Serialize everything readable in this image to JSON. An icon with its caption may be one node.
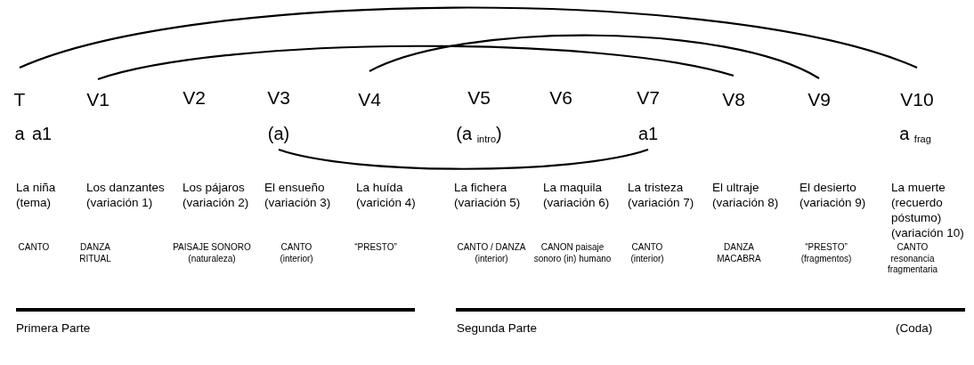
{
  "diagram": {
    "nodes": [
      {
        "text": [
          "T"
        ]
      },
      {
        "text": [
          "V1"
        ]
      },
      {
        "text": [
          "V4"
        ]
      },
      {
        "text": [
          "V8"
        ]
      },
      {
        "text": [
          "V9"
        ]
      },
      {
        "text": [
          "V10"
        ]
      },
      {
        "text": [
          "(a)"
        ]
      },
      {
        "text": [
          "a1"
        ]
      }
    ],
    "edges": [
      {
        "from": 0,
        "to": 5,
        "arrow": "none"
      },
      {
        "from": 1,
        "to": 3,
        "arrow": "none"
      },
      {
        "from": 2,
        "to": 4,
        "arrow": "none"
      },
      {
        "from": 6,
        "to": 7,
        "arrow": "none"
      }
    ],
    "labels": [
      "V2",
      "V3",
      "V5",
      "V6",
      "V7",
      "a",
      "a1",
      "(a $_{intro}$)",
      "a $_{frag}$",
      "La niña (tema)",
      "Los danzantes (variación 1)",
      "Los pájaros (variación 2)",
      "El ensueño (variación 3)",
      "La huída (varición 4)",
      "La fichera (variación 5)",
      "La maquila (variación 6)",
      "La tristeza (variación 7)",
      "El ultraje (variación 8)",
      "El desierto (variación 9)",
      "La muerte (recuerdo póstumo) (variación 10)",
      "CANTO",
      "DANZA RITUAL",
      "PAISAJE SONORO (naturaleza)",
      "CANTO (interior)",
      "“PRESTO”",
      "CANTO / DANZA (interior)",
      "CANON paisaje sonoro (in) humano",
      "CANTO (interior)",
      "DANZA MACABRA",
      "“PRESTO” (fragmentos)",
      "CANTO resonancia fragmentaria",
      "Primera Parte",
      "Segunda Parte",
      "(Coda)"
    ]
  }
}
